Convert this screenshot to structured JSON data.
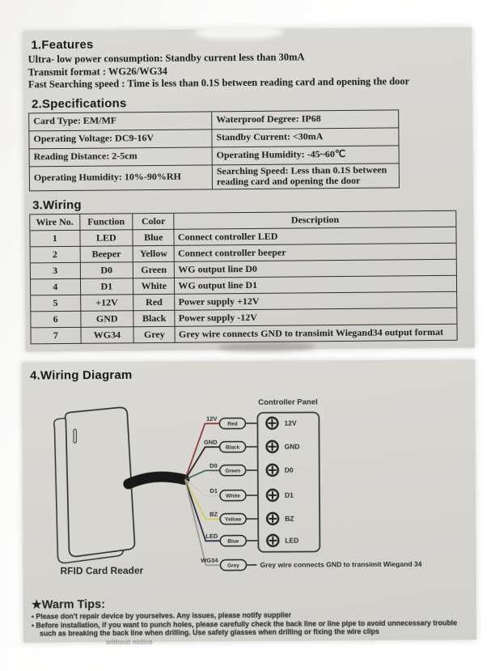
{
  "features": {
    "heading": "1.Features",
    "lines": [
      "Ultra- low power consumption: Standby current less than 30mA",
      "Transmit format : WG26/WG34",
      "Fast Searching speed : Time is less than 0.1S between reading card and opening the door"
    ]
  },
  "specifications": {
    "heading": "2.Specifications",
    "rows": [
      [
        "Card Type: EM/MF",
        "Waterproof Degree: IP68"
      ],
      [
        "Operating Voltage: DC9-16V",
        "Standby Current: <30mA"
      ],
      [
        "Reading Distance: 2-5cm",
        "Operating Humidity: -45~60℃"
      ],
      [
        "Operating Humidity: 10%-90%RH",
        "Searching Speed: Less than 0.1S between reading card and opening the door"
      ]
    ]
  },
  "wiring": {
    "heading": "3.Wiring",
    "columns": [
      "Wire No.",
      "Function",
      "Color",
      "Description"
    ],
    "rows": [
      [
        "1",
        "LED",
        "Blue",
        "Connect controller LED"
      ],
      [
        "2",
        "Beeper",
        "Yellow",
        "Connect controller beeper"
      ],
      [
        "3",
        "D0",
        "Green",
        "WG output line D0"
      ],
      [
        "4",
        "D1",
        "White",
        "WG output line D1"
      ],
      [
        "5",
        "+12V",
        "Red",
        "Power supply +12V"
      ],
      [
        "6",
        "GND",
        "Black",
        "Power supply -12V"
      ],
      [
        "7",
        "WG34",
        "Grey",
        "Grey wire connects GND to transimit Wiegand34 output format"
      ]
    ]
  },
  "diagram": {
    "heading": "4.Wiring Diagram",
    "reader_label": "RFID Card Reader",
    "panel_title": "Controller Panel",
    "wires": [
      {
        "signal": "12V",
        "color_name": "Red",
        "hex": "#8a3434"
      },
      {
        "signal": "GND",
        "color_name": "Black",
        "hex": "#1f1f1f"
      },
      {
        "signal": "D0",
        "color_name": "Green",
        "hex": "#3e6354"
      },
      {
        "signal": "D1",
        "color_name": "White",
        "hex": "#c9c9c2"
      },
      {
        "signal": "BZ",
        "color_name": "Yellow",
        "hex": "#d7c95f"
      },
      {
        "signal": "LED",
        "color_name": "Blue",
        "hex": "#24243e"
      },
      {
        "signal": "WG34",
        "color_name": "Grey",
        "hex": "#98968f"
      }
    ],
    "wg34_note": "Grey wire connects GND to transimit Wiegand 34"
  },
  "warm_tips": {
    "heading": "★Warm Tips:",
    "bullets": [
      "Please don't repair device by yourselves. Any issues, please notify supplier",
      "Before installation, if you want to punch holes, please carefully check the back line or line pipe to avoid unnecessary trouble such as breaking the back line when drilling. Use safety glasses when drilling or fixing the wire clips"
    ],
    "faint_fragment": "without notice"
  }
}
